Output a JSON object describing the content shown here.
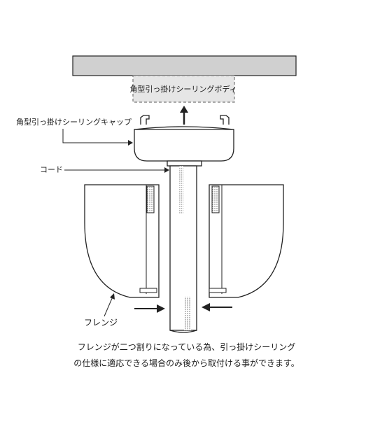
{
  "labels": {
    "ceiling_body": "角型引っ掛けシーリングボディ",
    "ceiling_cap": "角型引っ掛けシーリングキャップ",
    "cord": "コード",
    "flange": "フレンジ"
  },
  "caption": {
    "line1": "フレンジが二つ割りになっている為、引っ掛けシーリング",
    "line2": "の仕様に適応できる場合のみ後から取付ける事ができます。"
  },
  "colors": {
    "ceiling": "#d0d0d0",
    "body_fill": "#e6e6e6",
    "stroke": "#222222"
  }
}
